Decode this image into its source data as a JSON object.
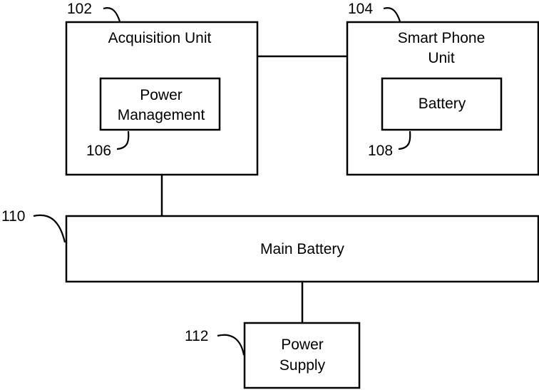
{
  "diagram": {
    "acquisition_unit": {
      "label": "Acquisition Unit",
      "ref": "102"
    },
    "smart_phone_unit": {
      "label_line1": "Smart Phone",
      "label_line2": "Unit",
      "ref": "104"
    },
    "power_management": {
      "label_line1": "Power",
      "label_line2": "Management",
      "ref": "106"
    },
    "battery": {
      "label": "Battery",
      "ref": "108"
    },
    "main_battery": {
      "label": "Main Battery",
      "ref": "110"
    },
    "power_supply": {
      "label_line1": "Power",
      "label_line2": "Supply",
      "ref": "112"
    }
  }
}
